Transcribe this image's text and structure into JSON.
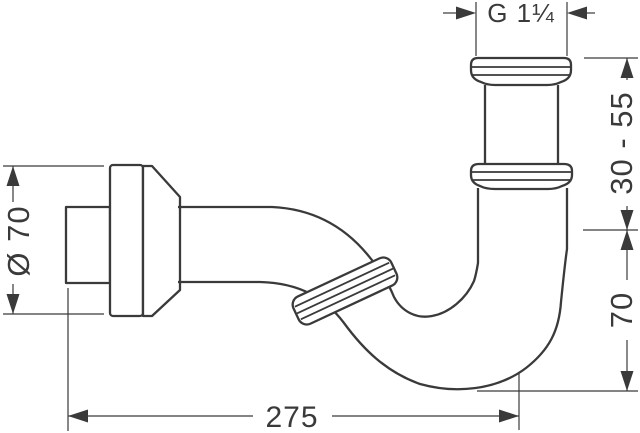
{
  "drawing": {
    "colors": {
      "line": "#3a3a3a",
      "background": "#ffffff"
    },
    "dimensions": {
      "thread_size": {
        "label": "G 1¼",
        "position": "top"
      },
      "adjustable_height": {
        "label": "30 - 55",
        "position": "right-upper"
      },
      "outlet_drop": {
        "label": "70",
        "position": "right-lower"
      },
      "flange_diameter": {
        "label": "Ø 70",
        "position": "left"
      },
      "overall_length": {
        "label": "275",
        "position": "bottom"
      }
    }
  }
}
